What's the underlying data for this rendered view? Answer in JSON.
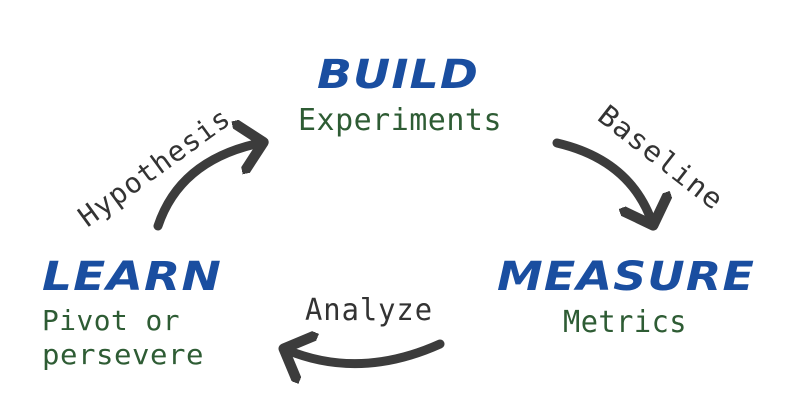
{
  "colors": {
    "stage": "#1a4ea0",
    "sub": "#2e5c34",
    "edge_label": "#333333",
    "arrow": "#3c3c3c"
  },
  "stages": [
    {
      "id": "build",
      "title": "BUILD",
      "subtitle_lines": [
        "Experiments"
      ]
    },
    {
      "id": "measure",
      "title": "MEASURE",
      "subtitle_lines": [
        "Metrics"
      ]
    },
    {
      "id": "learn",
      "title": "LEARN",
      "subtitle_lines": [
        "Pivot or",
        "persevere"
      ]
    }
  ],
  "edges": [
    {
      "id": "hypothesis",
      "label": "Hypothesis",
      "from": "learn",
      "to": "build",
      "icon": "curved-arrow-icon"
    },
    {
      "id": "baseline",
      "label": "Baseline",
      "from": "build",
      "to": "measure",
      "icon": "curved-arrow-icon"
    },
    {
      "id": "analyze",
      "label": "Analyze",
      "from": "measure",
      "to": "learn",
      "icon": "curved-arrow-icon"
    }
  ]
}
